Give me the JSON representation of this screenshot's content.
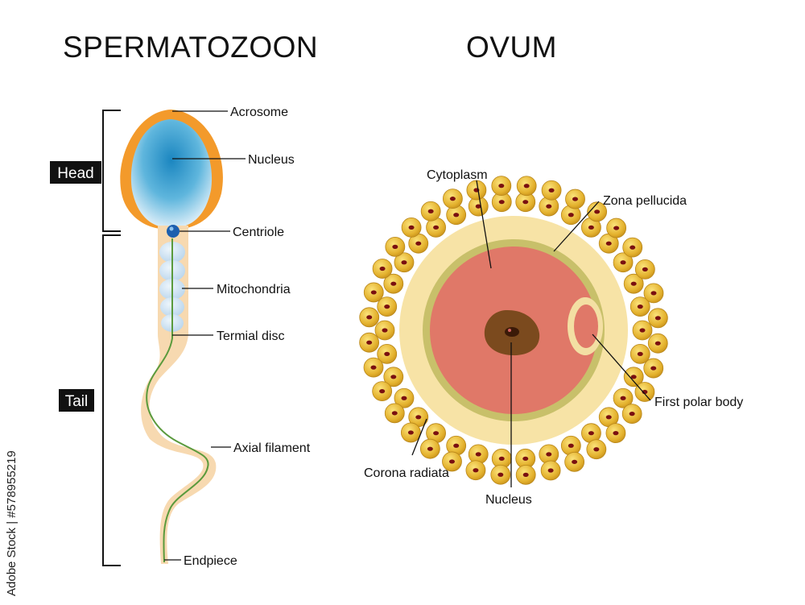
{
  "titles": {
    "sperm": "SPERMATOZOON",
    "ovum": "OVUM"
  },
  "sperm": {
    "sections": {
      "head": "Head",
      "tail": "Tail"
    },
    "labels": {
      "acrosome": "Acrosome",
      "nucleus": "Nucleus",
      "centriole": "Centriole",
      "mitochondria": "Mitochondria",
      "terminal_disc": "Termial disc",
      "axial_filament": "Axial filament",
      "endpiece": "Endpiece"
    }
  },
  "ovum": {
    "labels": {
      "cytoplasm": "Cytoplasm",
      "zona_pellucida": "Zona pellucida",
      "first_polar_body": "First polar body",
      "corona_radiata": "Corona radiata",
      "nucleus": "Nucleus"
    }
  },
  "watermark": "Adobe Stock | #578955219",
  "colors": {
    "acrosome": "#f39a2b",
    "nucleus_blue": "#2e9fd0",
    "tail_sheath": "#f7d9b0",
    "mitochondria": "#c9dff0",
    "axial_filament": "#5a9a3c",
    "corona_cell": "#e8b83a",
    "zona": "#f7e3a6",
    "zona_ring": "#c8c06a",
    "cytoplasm": "#e07868",
    "ovum_nucleus": "#7b4a1e"
  }
}
